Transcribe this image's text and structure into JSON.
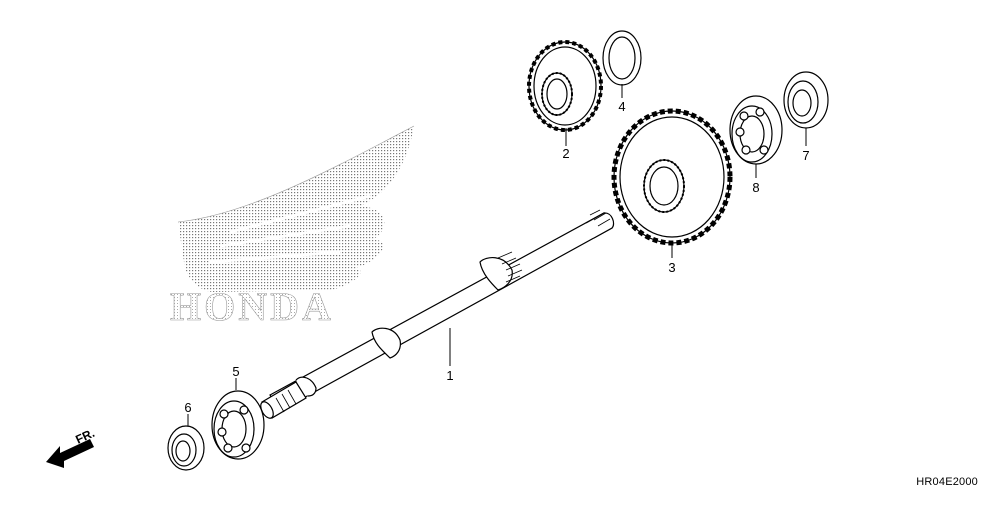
{
  "diagram": {
    "drawing_code": "HR04E2000",
    "front_arrow_label": "FR.",
    "watermark_logo_text": "HONDA",
    "callouts": [
      {
        "id": "1",
        "part": "shaft"
      },
      {
        "id": "2",
        "part": "small-gear"
      },
      {
        "id": "3",
        "part": "large-gear"
      },
      {
        "id": "4",
        "part": "thrust-washer"
      },
      {
        "id": "5",
        "part": "ball-bearing-left"
      },
      {
        "id": "6",
        "part": "oil-seal-left"
      },
      {
        "id": "7",
        "part": "oil-seal-right"
      },
      {
        "id": "8",
        "part": "ball-bearing-right"
      }
    ]
  }
}
